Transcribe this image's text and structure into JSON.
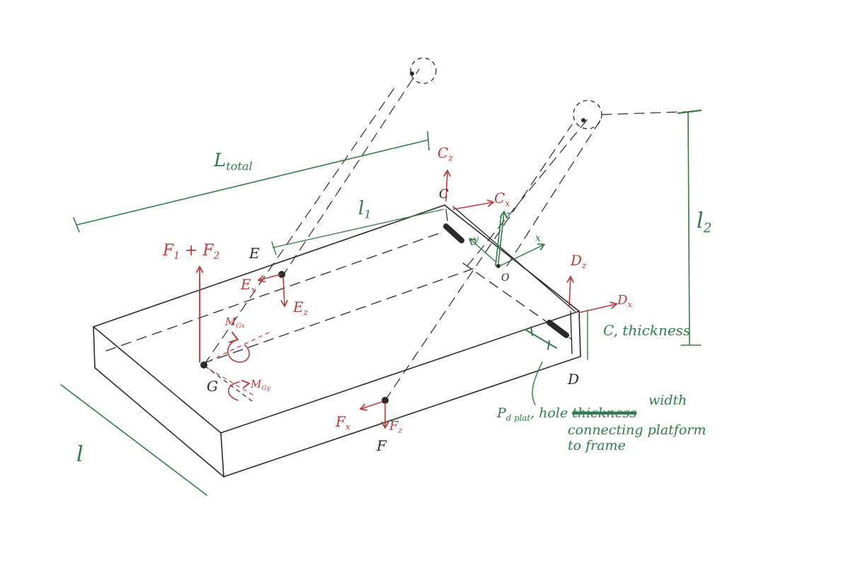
{
  "labels": {
    "l_total": "L",
    "l_total_sub": "total",
    "l1": "l",
    "l1_sub": "1",
    "l2": "l",
    "l2_sub": "2",
    "l": "l",
    "E": "E",
    "F": "F",
    "G": "G",
    "C": "C",
    "D": "D",
    "O": "O",
    "F1F2": "F",
    "F1F2_sub1": "1",
    "F1F2_plus": " + F",
    "F1F2_sub2": "2",
    "Ex": "E",
    "Ex_sub": "x",
    "Ez": "E",
    "Ez_sub": "z",
    "Fx": "F",
    "Fx_sub": "x",
    "Fz": "F",
    "Fz_sub": "z",
    "Cz": "C",
    "Cz_sub": "z",
    "Cx": "C",
    "Cx_sub": "x",
    "Dz": "D",
    "Dz_sub": "z",
    "Dx": "D",
    "Dx_sub": "x",
    "MGx": "M",
    "MGx_sub": "Gx",
    "MGy": "M",
    "MGy_sub": "Gy",
    "z_axis": "z",
    "y_axis": "y",
    "x_axis": "x"
  },
  "notes": {
    "c_thickness": "C, thickness",
    "pd_plat_1": "P",
    "pd_plat_sub": "d plat",
    "pd_plat_2": ", hole ",
    "struck": "thickness",
    "width": "width",
    "line2": "connecting platform",
    "line3": "to frame"
  },
  "colors": {
    "black_ink": "#2a2a2a",
    "red_ink": "#c0393b",
    "green_ink": "#2e7d4a",
    "paper": "#ffffff"
  }
}
